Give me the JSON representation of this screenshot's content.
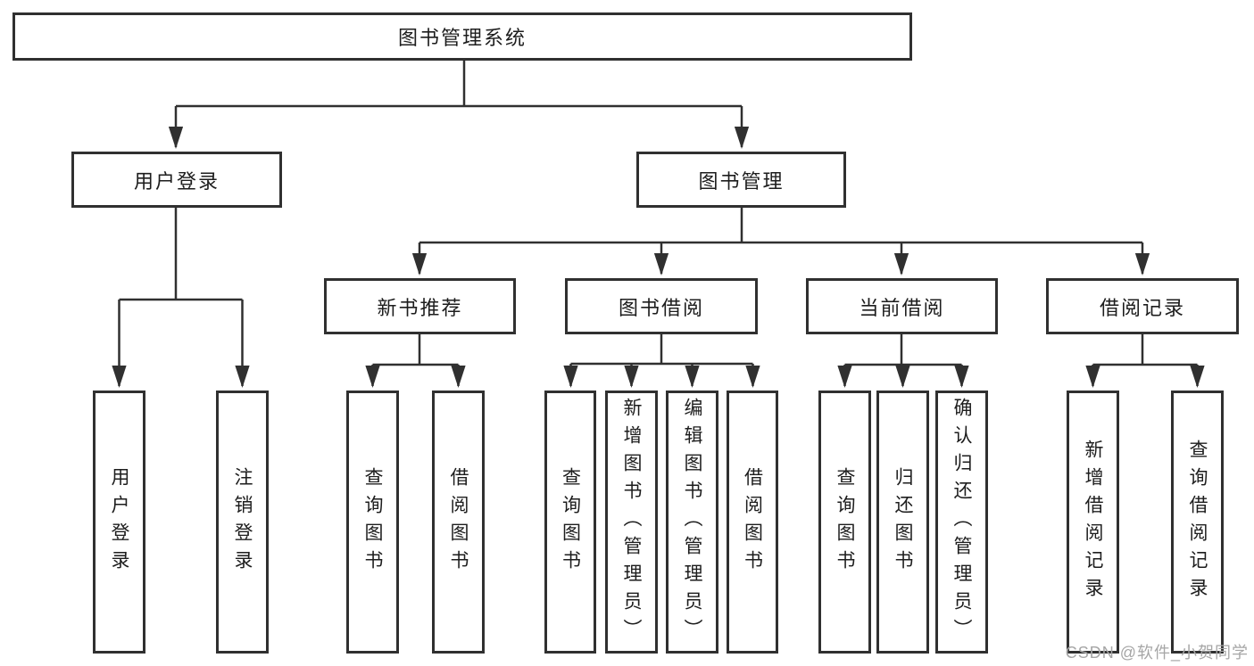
{
  "diagram": {
    "type": "tree-structure-chart",
    "colors": {
      "background": "#ffffff",
      "line": "#303030",
      "box_border": "#303030",
      "text": "#1d1d1d",
      "watermark": "#a6a6a6"
    },
    "nodes": {
      "root": {
        "label": "图书管理系统"
      },
      "user_login": {
        "label": "用户登录"
      },
      "book_management": {
        "label": "图书管理"
      },
      "new_book_recommend": {
        "label": "新书推荐"
      },
      "book_borrow": {
        "label": "图书借阅"
      },
      "current_borrow": {
        "label": "当前借阅"
      },
      "borrow_records": {
        "label": "借阅记录"
      },
      "leaf_user_login": {
        "label": "用户登录"
      },
      "leaf_logout": {
        "label": "注销登录"
      },
      "leaf_recommend_query": {
        "label": "查询图书"
      },
      "leaf_recommend_borrow": {
        "label": "借阅图书"
      },
      "leaf_borrow_query": {
        "label": "查询图书"
      },
      "leaf_borrow_add": {
        "label": "新增图书（管理员）"
      },
      "leaf_borrow_edit": {
        "label": "编辑图书（管理员）"
      },
      "leaf_borrow_borrow": {
        "label": "借阅图书"
      },
      "leaf_current_query": {
        "label": "查询图书"
      },
      "leaf_current_return": {
        "label": "归还图书"
      },
      "leaf_current_confirm": {
        "label": "确认归还（管理员）"
      },
      "leaf_records_add": {
        "label": "新增借阅记录"
      },
      "leaf_records_query": {
        "label": "查询借阅记录"
      }
    },
    "watermark": {
      "text": "CSDN @软件_小贺同学"
    }
  }
}
